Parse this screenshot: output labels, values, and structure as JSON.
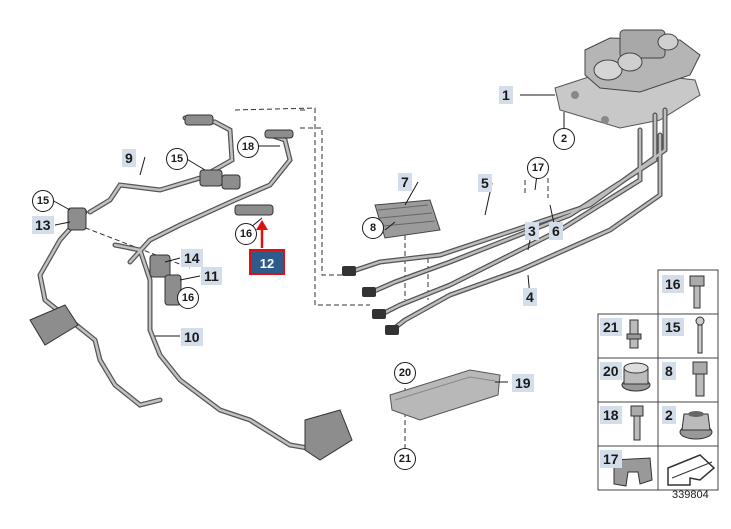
{
  "diagram": {
    "doc_number": "339804",
    "highlight_label": "12",
    "part_labels": {
      "p1": "1",
      "p2": "2",
      "p3": "3",
      "p4": "4",
      "p5": "5",
      "p6": "6",
      "p7": "7",
      "p8": "8",
      "p9": "9",
      "p10": "10",
      "p11": "11",
      "p13": "13",
      "p14": "14",
      "p19": "19"
    },
    "circled_labels": {
      "c2": "2",
      "c8": "8",
      "c15a": "15",
      "c15b": "15",
      "c16a": "16",
      "c16b": "16",
      "c17": "17",
      "c18": "18",
      "c20": "20",
      "c21": "21"
    },
    "legend": {
      "cells": [
        {
          "label": "16",
          "style": "tag",
          "icon": "hex-bolt-icon"
        },
        {
          "label": "21",
          "style": "tag",
          "icon": "stud-bolt-icon"
        },
        {
          "label": "15",
          "style": "tag",
          "icon": "thin-bolt-icon"
        },
        {
          "label": "20",
          "style": "tag",
          "icon": "collar-nut-icon"
        },
        {
          "label": "8",
          "style": "tag",
          "icon": "socket-screw-icon"
        },
        {
          "label": "18",
          "style": "tag",
          "icon": "torx-screw-icon"
        },
        {
          "label": "2",
          "style": "tag",
          "icon": "flange-nut-icon"
        },
        {
          "label": "17",
          "style": "tag",
          "icon": "pipe-clip-icon"
        },
        {
          "label": "",
          "style": "none",
          "icon": "arrow-icon"
        }
      ]
    }
  }
}
